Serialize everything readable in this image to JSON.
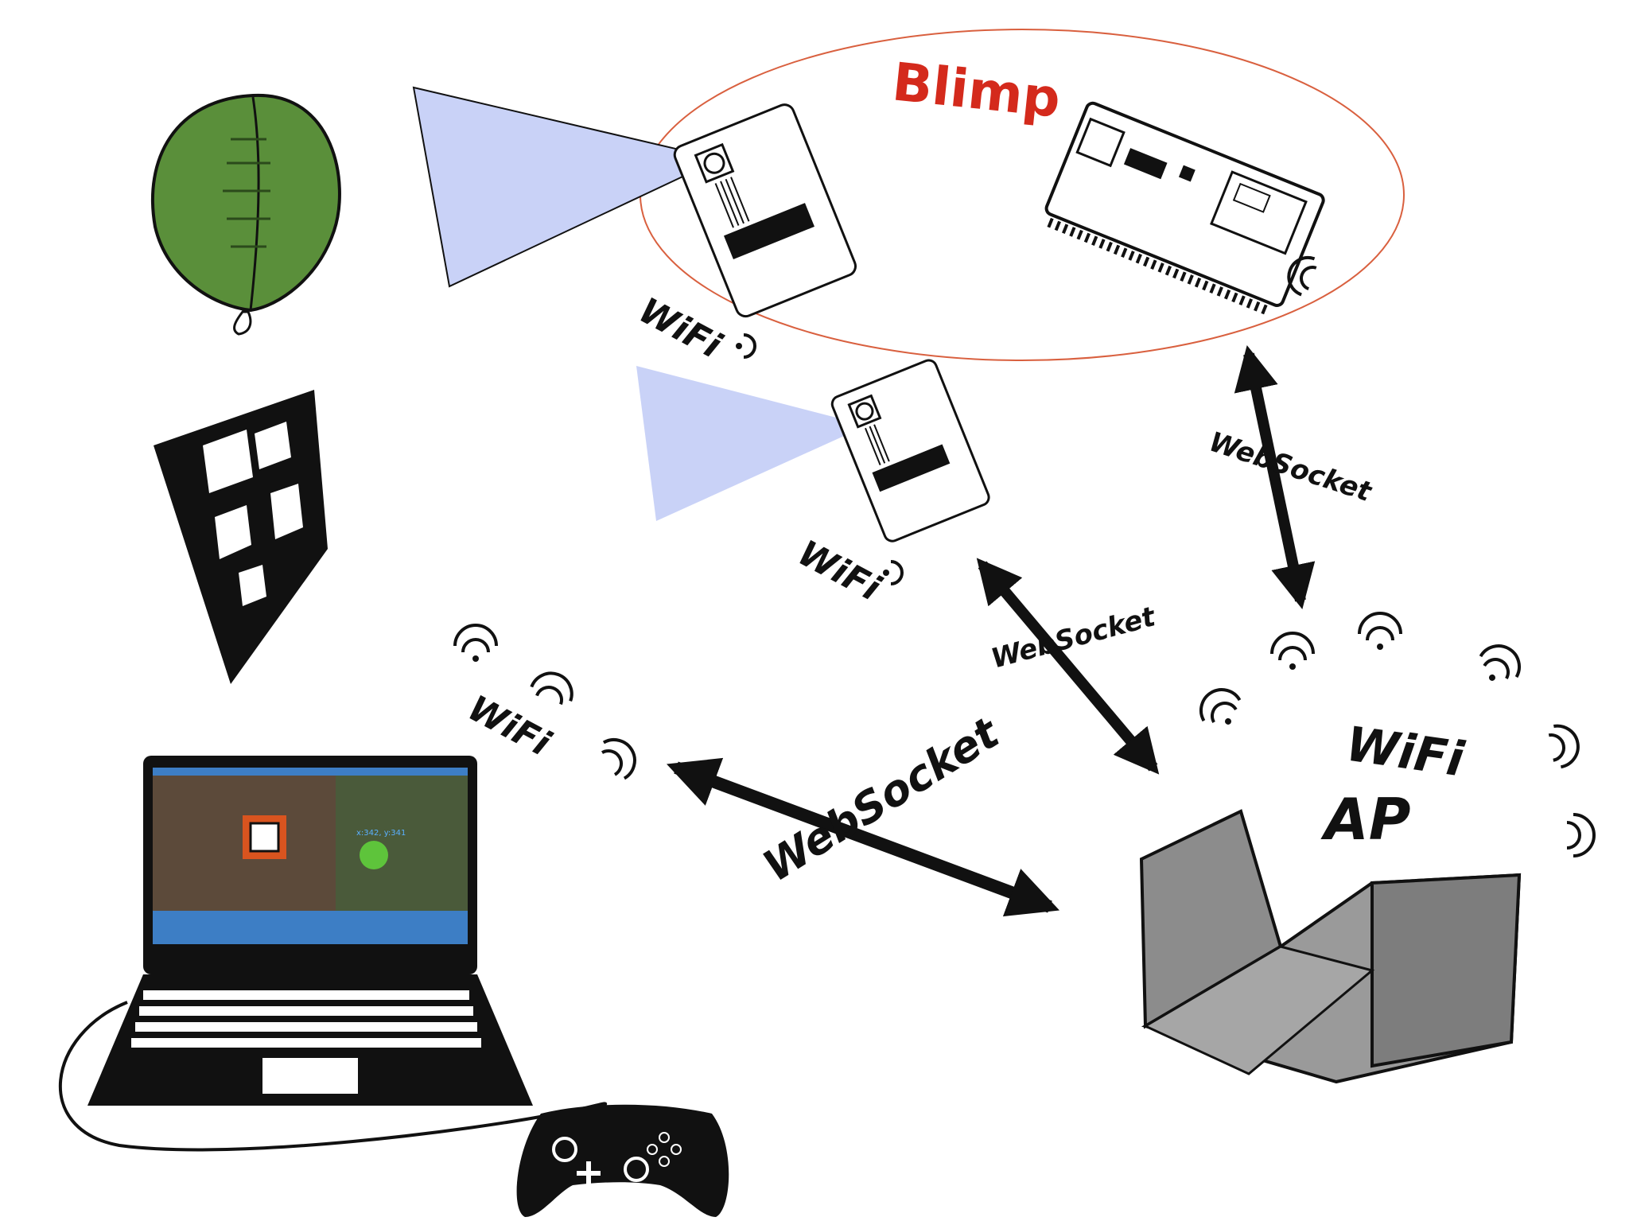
{
  "diagram": {
    "blimp_label": "Blimp",
    "wifi_labels": [
      "WiFi",
      "WiFi",
      "WiFi",
      "WiFi"
    ],
    "ap_label": "AP",
    "websocket_labels": [
      "WebSocket",
      "WebSocket",
      "WebSocket"
    ],
    "screen_overlay_text": "x:342, y:341",
    "colors": {
      "blimp_ellipse": "#d9603f",
      "blimp_text": "#d42a1c",
      "camera_fov": "#c9d2f7",
      "balloon": "#5a8f3a",
      "router": "#8c8c8c"
    },
    "icons": [
      "balloon-icon",
      "aruco-marker-icon",
      "camera-module-icon",
      "microcontroller-board-icon",
      "laptop-icon",
      "gamepad-icon",
      "router-icon",
      "wifi-signal-icon"
    ]
  }
}
